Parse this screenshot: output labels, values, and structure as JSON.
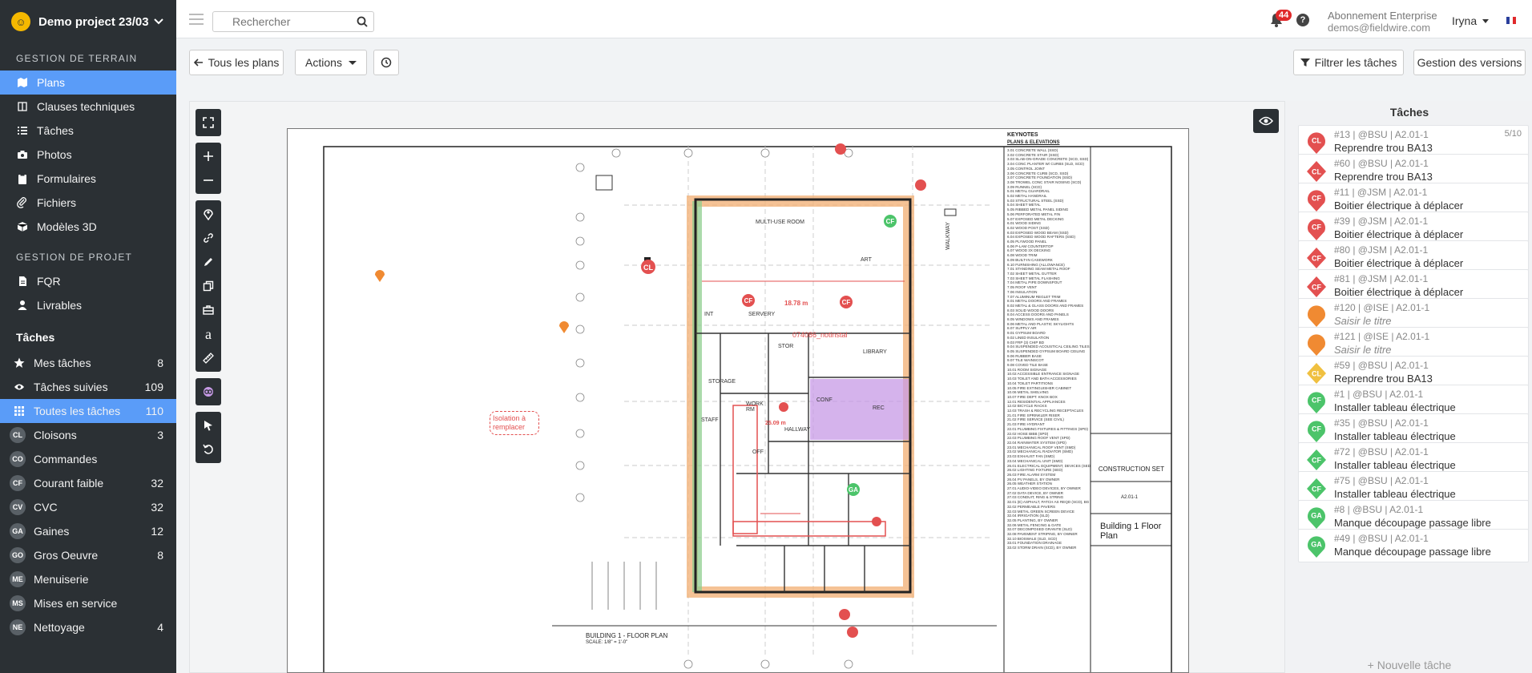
{
  "project": {
    "name": "Demo project 23/03"
  },
  "sidebar": {
    "field_section": "GESTION DE TERRAIN",
    "field_items": [
      {
        "label": "Plans",
        "icon": "map-icon"
      },
      {
        "label": "Clauses techniques",
        "icon": "book-icon"
      },
      {
        "label": "Tâches",
        "icon": "list-icon"
      },
      {
        "label": "Photos",
        "icon": "camera-icon"
      },
      {
        "label": "Formulaires",
        "icon": "clipboard-icon"
      },
      {
        "label": "Fichiers",
        "icon": "paperclip-icon"
      },
      {
        "label": "Modèles 3D",
        "icon": "cube-icon"
      }
    ],
    "project_section": "GESTION DE PROJET",
    "project_items": [
      {
        "label": "FQR",
        "icon": "document-icon"
      },
      {
        "label": "Livrables",
        "icon": "person-icon"
      }
    ],
    "tasks_header": "Tâches",
    "task_filters": [
      {
        "label": "Mes tâches",
        "count": "8",
        "icon": "star-icon"
      },
      {
        "label": "Tâches suivies",
        "count": "109",
        "icon": "eye-icon"
      },
      {
        "label": "Toutes les tâches",
        "count": "110",
        "icon": "grid-icon"
      }
    ],
    "categories": [
      {
        "abbr": "CL",
        "label": "Cloisons",
        "count": "3"
      },
      {
        "abbr": "CO",
        "label": "Commandes",
        "count": ""
      },
      {
        "abbr": "CF",
        "label": "Courant faible",
        "count": "32"
      },
      {
        "abbr": "CV",
        "label": "CVC",
        "count": "32"
      },
      {
        "abbr": "GA",
        "label": "Gaines",
        "count": "12"
      },
      {
        "abbr": "GO",
        "label": "Gros Oeuvre",
        "count": "8"
      },
      {
        "abbr": "ME",
        "label": "Menuiserie",
        "count": ""
      },
      {
        "abbr": "MS",
        "label": "Mises en service",
        "count": ""
      },
      {
        "abbr": "NE",
        "label": "Nettoyage",
        "count": "4"
      }
    ]
  },
  "topbar": {
    "search_placeholder": "Rechercher",
    "notification_count": "44",
    "help": "?",
    "subscription": "Abonnement Enterprise",
    "email": "demos@fieldwire.com",
    "user": "Iryna"
  },
  "actions": {
    "all_plans": "Tous les plans",
    "actions": "Actions",
    "filter_tasks": "Filtrer les tâches",
    "versions": "Gestion des versions"
  },
  "plan": {
    "keynotes_title": "KEYNOTES",
    "keynotes_sub": "PLANS & ELEVATIONS",
    "room_multi": "MULTI-USE ROOM",
    "room_storage": "STORAGE",
    "room_library": "LIBRARY",
    "room_work": "WORK RM",
    "room_conf": "CONF",
    "room_staff": "STAFF",
    "room_rec": "REC",
    "room_serv": "SERVERY",
    "room_off": "OFF",
    "room_hallway": "HALLWAY",
    "room_stor": "STOR",
    "room_int": "INT",
    "room_art": "ART",
    "walkway": "WALKWAY",
    "dim_1": "18.78 m",
    "dim_2": "25.09 m",
    "annotation_1": "074086_notinstal",
    "annotation_2": "Isolation à remplacer",
    "title_block_set": "CONSTRUCTION SET",
    "title_block_sheet": "Building 1 Floor Plan",
    "sheet_label": "BUILDING 1 - FLOOR PLAN",
    "sheet_num": "A2.01-1",
    "scale": "SCALE: 1/8\" = 1'-0\"",
    "keynotes": [
      "3.01 CONCRETE WALL (SSD)",
      "3.02 CONCRETE STAIR (SSD)",
      "3.03 SLAB-ON-GRADE CONCRETE (SCD, SSD)",
      "3.04 CONC PLANTER W/ CURBS (SLD, SCD)",
      "3.05 CONTROL JOINT",
      "3.06 CONCRETE CURB (SCD, SSD)",
      "3.07 CONCRETE FOUNDATION (SSD)",
      "3.08 TROWEL CONC STAIR NOSING (SCD)",
      "3.09 RUNNEL (SCD)",
      "5.01 METAL GUARDRAIL",
      "5.02 METAL HANDRAIL",
      "5.03 STRUCTURAL STEEL (SSD)",
      "5.04 SHEET METAL",
      "5.05 RIBBED METAL PANEL SIDING",
      "5.06 PERFORATED METAL FIN",
      "5.07 EXPOSED METAL DECKING",
      "6.01 WOOD SIDING",
      "6.02 WOOD POST (SSD)",
      "6.03 EXPOSED WOOD BEAM (SSD)",
      "6.04 EXPOSED WOOD RAFTERS (SSD)",
      "6.05 PLYWOOD PANEL",
      "6.06 P-LAM COUNTERTOP",
      "6.07 WOOD 3X DECKING",
      "6.08 WOOD TRIM",
      "6.09 BUILT-IN CASEWORK",
      "6.10 FURNISHING (ALLOWANCE)",
      "7.01 STANDING SEAM METAL ROOF",
      "7.02 SHEET METAL GUTTER",
      "7.03 SHEET METAL FLASHING",
      "7.04 METAL PIPE DOWNSPOUT",
      "7.05 ROOF VENT",
      "7.06 INSULATION",
      "7.07 ALUMINUM REGLET TRIM",
      "8.01 METAL DOORS AND FRAMES",
      "8.02 METAL & GLASS DOORS AND FRAMES",
      "8.03 SOLID WOOD DOORS",
      "8.04 ACCESS DOORS AND PANELS",
      "8.05 WINDOWS AND FRAMES",
      "8.06 METAL AND PLASTIC SKYLIGHTS",
      "8.07 SUPPLY AIR",
      "9.01 GYPSUM BOARD",
      "9.02 LINED INSULATION",
      "9.03 FRP (3) CHIP BD",
      "9.04 SUSPENDED ACOUSTICAL CEILING TILES",
      "9.05 SUSPENDED GYPSUM BOARD CEILING",
      "9.06 RUBBER BASE",
      "9.07 TILE WAINSCOT",
      "9.08 COVED TILE BASE",
      "10.01 ROOM SIGNAGE",
      "10.02 ACCESSIBLE ENTRANCE SIGNAGE",
      "10.03 TOILET AND BATH ACCESSORIES",
      "10.04 TOILET PARTITIONS",
      "10.05 FIRE EXTINGUISHER CABINET",
      "10.06 METAL SHELVING",
      "10.07 FIRE DEPT. KNOX BOX",
      "12.01 RESIDENTIAL APPLIANCES",
      "12.02 BICYCLE RACKS",
      "12.03 TRASH & RECYCLING RECEPTACLES",
      "21.01 FIRE SPRINKLER RISER",
      "21.02 FIRE SERVICE (SEE CIVIL)",
      "21.03 FIRE HYDRANT",
      "22.01 PLUMBING FIXTURES & FITTINGS (SPD)",
      "22.02 HOSE BIBB (SPD)",
      "22.03 PLUMBING ROOF VENT (SPD)",
      "22.04 RAINWATER SYSTEM (SPD)",
      "23.01 MECHANICAL ROOF VENT (SMD)",
      "23.02 MECHANICAL RADIATOR (SMD)",
      "23.03 EXHAUST FAN (SMD)",
      "23.04 MECHANICAL UNIT (SMD)",
      "26.01 ELECTRICAL EQUIPMENT, DEVICES (SED)",
      "26.02 LIGHTING FIXTURE (SED)",
      "26.03 FIRE ALARM SYSTEM",
      "26.04 PV PANELS, BY OWNER",
      "26.05 WEATHER STATION",
      "27.01 AUDIO-VIDEO DEVICES, BY OWNER",
      "27.02 DATA DEVICE, BY OWNER",
      "27.03 CONDUIT, RING & STRING",
      "32.01 (E) ASPHALT, PATCH AS REQD (SCD), BG",
      "32.02 PERMEABLE PAVERS",
      "32.03 METAL GREEN SCREEN DEVICE",
      "32.04 IRRIGATION (SLD)",
      "32.05 PLANTING, BY OWNER",
      "32.06 METAL FENCING & GATE",
      "32.07 DECOMPOSED GRANITE (SLD)",
      "32.08 PAVEMENT STRIPING, BY OWNER",
      "32.10 BIOSWALE (SLD, SCD)",
      "33.01 FOUNDATION DRAINAGE",
      "33.02 STORM DRAIN (SCD), BY OWNER"
    ]
  },
  "panel": {
    "title": "Tâches",
    "new_task": "+ Nouvelle tâche",
    "tasks": [
      {
        "code": "CL",
        "meta": "#13 | @BSU | A2.01-1",
        "title": "Reprendre trou BA13",
        "extra": "5/10",
        "color": "#e35050",
        "shape": "pin",
        "placeholder": false
      },
      {
        "code": "CL",
        "meta": "#60 | @BSU | A2.01-1",
        "title": "Reprendre trou BA13",
        "extra": "",
        "color": "#e35050",
        "shape": "diamond",
        "placeholder": false
      },
      {
        "code": "CF",
        "meta": "#11 | @JSM | A2.01-1",
        "title": "Boitier électrique à déplacer",
        "extra": "",
        "color": "#e35050",
        "shape": "pin",
        "placeholder": false
      },
      {
        "code": "CF",
        "meta": "#39 | @JSM | A2.01-1",
        "title": "Boitier électrique à déplacer",
        "extra": "",
        "color": "#e35050",
        "shape": "pin",
        "placeholder": false
      },
      {
        "code": "CF",
        "meta": "#80 | @JSM | A2.01-1",
        "title": "Boitier électrique à déplacer",
        "extra": "",
        "color": "#e35050",
        "shape": "diamond",
        "placeholder": false
      },
      {
        "code": "CF",
        "meta": "#81 | @JSM | A2.01-1",
        "title": "Boitier électrique à déplacer",
        "extra": "",
        "color": "#e35050",
        "shape": "diamond",
        "placeholder": false
      },
      {
        "code": "",
        "meta": "#120 | @ISE | A2.01-1",
        "title": "Saisir le titre",
        "extra": "",
        "color": "#f08a32",
        "shape": "pin",
        "placeholder": true
      },
      {
        "code": "",
        "meta": "#121 | @ISE | A2.01-1",
        "title": "Saisir le titre",
        "extra": "",
        "color": "#f08a32",
        "shape": "pin",
        "placeholder": true
      },
      {
        "code": "CL",
        "meta": "#59 | @BSU | A2.01-1",
        "title": "Reprendre trou BA13",
        "extra": "",
        "color": "#f0c040",
        "shape": "diamond",
        "placeholder": false
      },
      {
        "code": "CF",
        "meta": "#1 | @BSU | A2.01-1",
        "title": "Installer tableau électrique",
        "extra": "",
        "color": "#4cc46a",
        "shape": "pin",
        "placeholder": false
      },
      {
        "code": "CF",
        "meta": "#35 | @BSU | A2.01-1",
        "title": "Installer tableau électrique",
        "extra": "",
        "color": "#4cc46a",
        "shape": "pin",
        "placeholder": false
      },
      {
        "code": "CF",
        "meta": "#72 | @BSU | A2.01-1",
        "title": "Installer tableau électrique",
        "extra": "",
        "color": "#4cc46a",
        "shape": "diamond",
        "placeholder": false
      },
      {
        "code": "CF",
        "meta": "#75 | @BSU | A2.01-1",
        "title": "Installer tableau électrique",
        "extra": "",
        "color": "#4cc46a",
        "shape": "diamond",
        "placeholder": false
      },
      {
        "code": "GA",
        "meta": "#8 | @BSU | A2.01-1",
        "title": "Manque découpage passage libre",
        "extra": "",
        "color": "#4cc46a",
        "shape": "pin",
        "placeholder": false
      },
      {
        "code": "GA",
        "meta": "#49 | @BSU | A2.01-1",
        "title": "Manque découpage passage libre",
        "extra": "",
        "color": "#4cc46a",
        "shape": "pin",
        "placeholder": false
      }
    ]
  },
  "colors": {
    "accent": "#5a9cf8",
    "sidebar": "#2b3034",
    "red": "#e35050",
    "green": "#4cc46a",
    "orange": "#f08a32"
  }
}
